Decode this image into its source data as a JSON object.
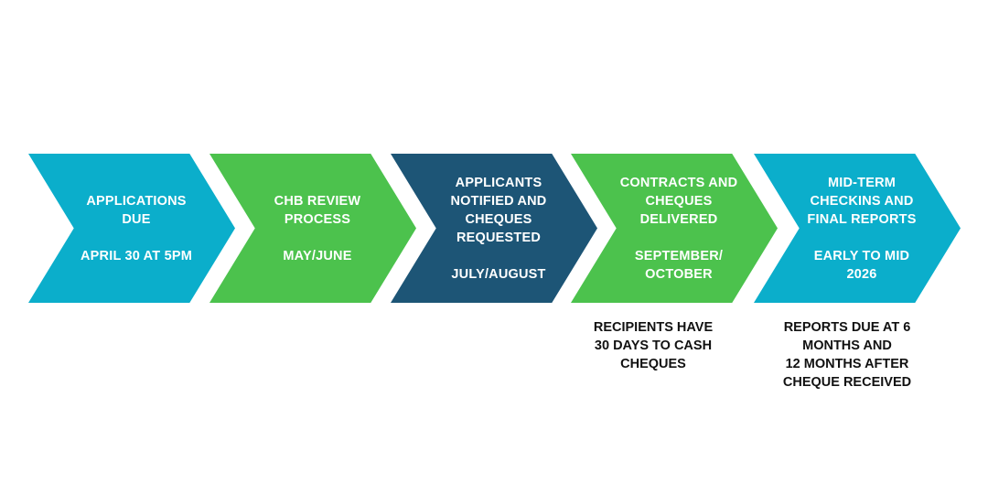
{
  "colors": {
    "teal": "#0BAECB",
    "green": "#4CC24D",
    "navy": "#1D5576"
  },
  "steps": [
    {
      "title_lines": [
        "APPLICATIONS",
        "DUE"
      ],
      "date_lines": [
        "APRIL 30 AT 5PM"
      ],
      "color": "#0BAECB"
    },
    {
      "title_lines": [
        "CHB REVIEW",
        "PROCESS"
      ],
      "date_lines": [
        "MAY/JUNE"
      ],
      "color": "#4CC24D"
    },
    {
      "title_lines": [
        "APPLICANTS",
        "NOTIFIED AND",
        "CHEQUES",
        "REQUESTED"
      ],
      "date_lines": [
        "JULY/AUGUST"
      ],
      "color": "#1D5576"
    },
    {
      "title_lines": [
        "CONTRACTS AND",
        "CHEQUES",
        "DELIVERED"
      ],
      "date_lines": [
        "SEPTEMBER/",
        "OCTOBER"
      ],
      "color": "#4CC24D"
    },
    {
      "title_lines": [
        "MID-TERM",
        "CHECKINS AND",
        "FINAL REPORTS"
      ],
      "date_lines": [
        "EARLY TO MID",
        "2026"
      ],
      "color": "#0BAECB"
    }
  ],
  "notes": [
    {
      "lines": [
        "RECIPIENTS HAVE",
        "30 DAYS TO CASH",
        "CHEQUES"
      ]
    },
    {
      "lines": [
        "REPORTS DUE AT 6",
        "MONTHS AND",
        "12 MONTHS AFTER",
        "CHEQUE RECEIVED"
      ]
    }
  ]
}
